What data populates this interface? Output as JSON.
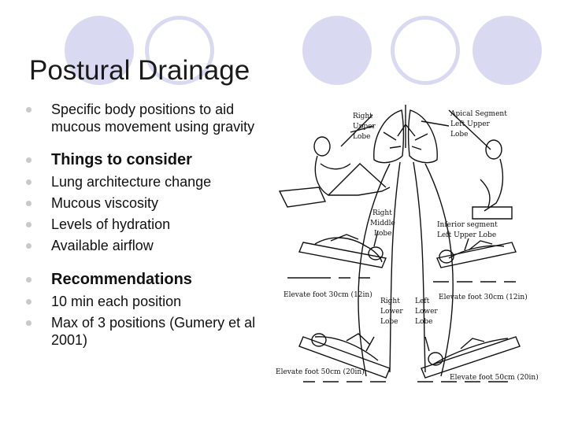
{
  "slide": {
    "title": "Postural Drainage",
    "bullets": [
      {
        "text": "Specific body positions to aid mucous movement using gravity",
        "bold": false
      },
      {
        "text": "Things to consider",
        "bold": true
      },
      {
        "text": "Lung architecture change",
        "bold": false
      },
      {
        "text": "Mucous viscosity",
        "bold": false
      },
      {
        "text": "Levels of hydration",
        "bold": false
      },
      {
        "text": "Available airflow",
        "bold": false
      },
      {
        "text": "Recommendations",
        "bold": true
      },
      {
        "text": "10 min each position",
        "bold": false
      },
      {
        "text": "Max of 3 positions (Gumery et al 2001)",
        "bold": false
      }
    ]
  },
  "figure": {
    "labels": {
      "right_upper_lobe": [
        "Right",
        "Upper",
        "Lobe"
      ],
      "apical_segment": [
        "Apical Segment",
        "Left Upper",
        "Lobe"
      ],
      "right_middle_lobe": [
        "Right",
        "Middle",
        "Lobe"
      ],
      "inferior_segment": [
        "Inferior segment",
        "Left Upper Lobe"
      ],
      "elevate_30_left": "Elevate foot 30cm (12in)",
      "elevate_30_right": "Elevate foot 30cm (12in)",
      "right_lower_lobe": [
        "Right",
        "Lower",
        "Lobe"
      ],
      "left_lower_lobe": [
        "Left",
        "Lower",
        "Lobe"
      ],
      "elevate_50_left": "Elevate foot 50cm (20in)",
      "elevate_50_right": "Elevate foot 50cm (20in)"
    }
  },
  "theme": {
    "circle_color": "#d9d9f2",
    "bullet_color": "#c9c9c9",
    "text_color": "#111111"
  }
}
